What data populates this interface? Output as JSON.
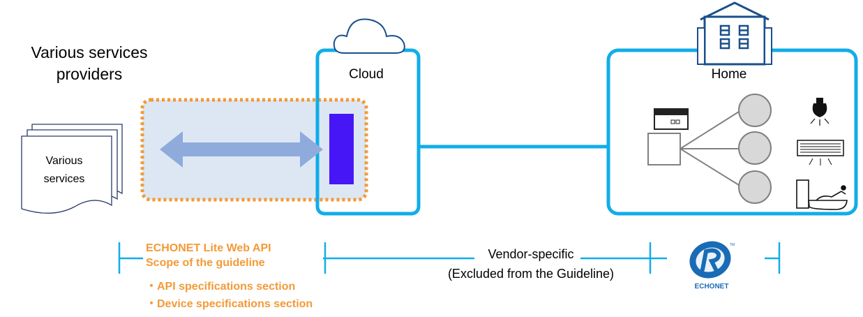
{
  "providers": {
    "line1": "Various services",
    "line2": "providers"
  },
  "services_doc": {
    "line1": "Various",
    "line2": "services"
  },
  "cloud": {
    "label": "Cloud"
  },
  "home": {
    "label": "Home"
  },
  "scope": {
    "line1": "ECHONET Lite Web API",
    "line2": "Scope of the guideline",
    "line3": "・API specifications section",
    "line4": "・Device specifications section"
  },
  "vendor": {
    "line1": "Vendor-specific",
    "line2": "(Excluded from the Guideline)"
  },
  "logo": {
    "text": "ECHONET"
  },
  "colors": {
    "frame_blue": "#11ade8",
    "scope_orange": "#f39a36",
    "scope_fill": "#dde7f3",
    "arrow": "#8fabdc",
    "api_bar": "#4716f6",
    "device_gray": "#808080"
  }
}
